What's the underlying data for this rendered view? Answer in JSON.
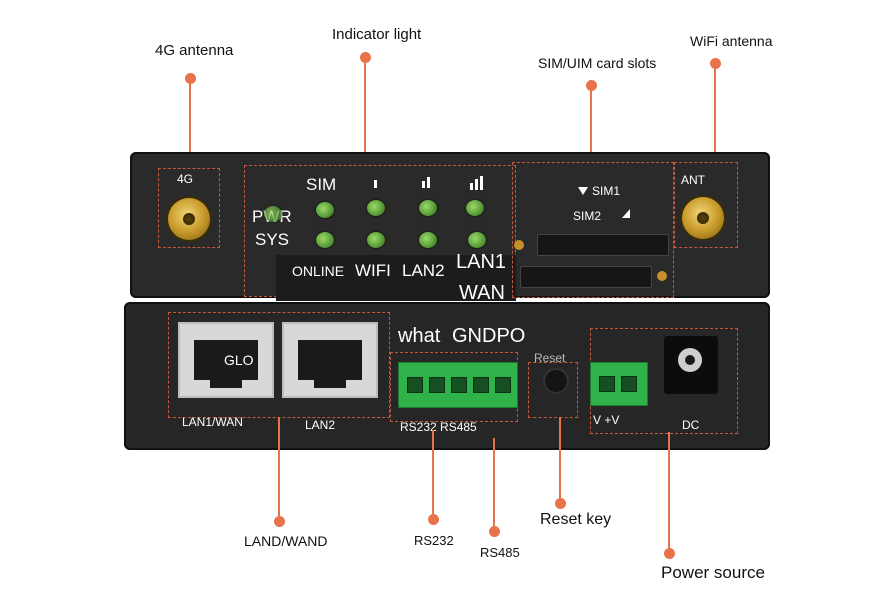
{
  "callouts": {
    "antenna_4g": "4G antenna",
    "indicator": "Indicator light",
    "sim_slots": "SIM/UIM card slots",
    "wifi_antenna": "WiFi antenna",
    "land_wand": "LAND/WAND",
    "rs232": "RS232",
    "rs485": "RS485",
    "reset_key": "Reset key",
    "power_source": "Power source"
  },
  "front_panel": {
    "label_4g": "4G",
    "label_ant": "ANT",
    "label_sim": "SIM",
    "label_pwr": "PWR",
    "label_sys": "SYS",
    "label_online": "ONLINE",
    "label_wifi": "WIFI",
    "label_lan2": "LAN2",
    "label_lan1": "LAN1",
    "label_wan": "WAN",
    "label_sim1": "SIM1",
    "label_sim2": "SIM2"
  },
  "rear_panel": {
    "label_glo": "GLO",
    "label_lan1wan": "LAN1/WAN",
    "label_lan2": "LAN2",
    "label_what": "what",
    "label_gndpo": "GNDPO",
    "label_reset": "Reset",
    "label_rs232_rs485": "RS232 RS485",
    "label_v": "V +V",
    "label_dc": "DC"
  },
  "colors": {
    "accent": "#e8734a",
    "led_green": "#6cbf45",
    "terminal_green": "#2fb24a"
  }
}
